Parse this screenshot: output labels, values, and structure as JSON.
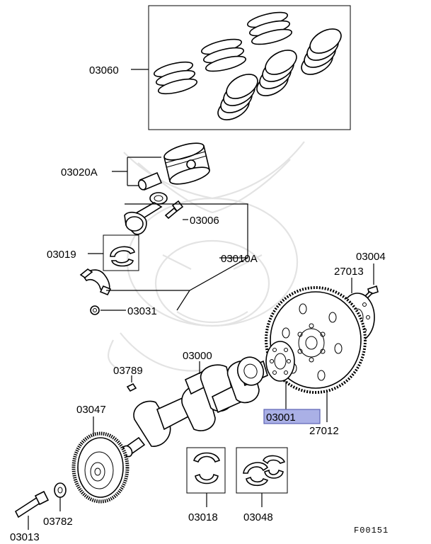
{
  "figure_id": "F00151",
  "callouts": {
    "piston_rings": "03060",
    "piston": "03020A",
    "rod_bolt": "03006",
    "rod_bearing": "03019",
    "conn_rod": "03010A",
    "rod_nut": "03031",
    "flywheel_bolt": "03004",
    "adapter_plate": "27013",
    "crankshaft": "03000",
    "key": "03789",
    "pulley": "03047",
    "drive_plate": "03001",
    "flywheel": "27012",
    "bolt": "03013",
    "washer": "03782",
    "main_bearing": "03018",
    "thrust_bearing": "03048"
  },
  "highlight": {
    "target": "03001",
    "color": "#aab0e6"
  }
}
